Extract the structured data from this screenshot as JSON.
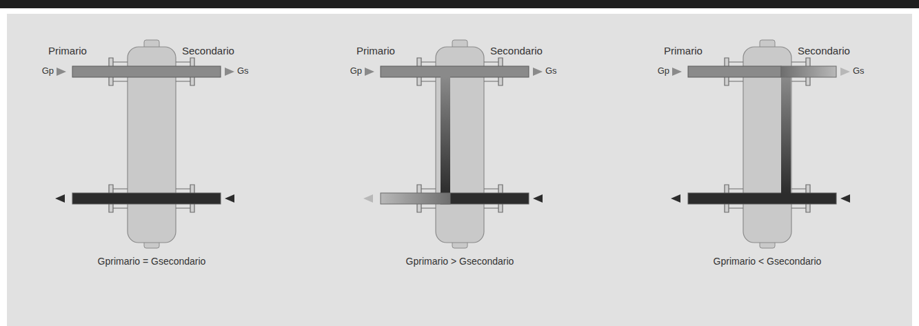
{
  "diagram": {
    "labels": [
      "Primario",
      "Secondario",
      "Gp",
      "Gs",
      "Gprimario = Gsecondario",
      "Primario",
      "Secondario",
      "Gp",
      "Gs",
      "Gprimario > Gsecondario",
      "Primario",
      "Secondario",
      "Gp",
      "Gs",
      "Gprimario < Gsecondario"
    ]
  }
}
